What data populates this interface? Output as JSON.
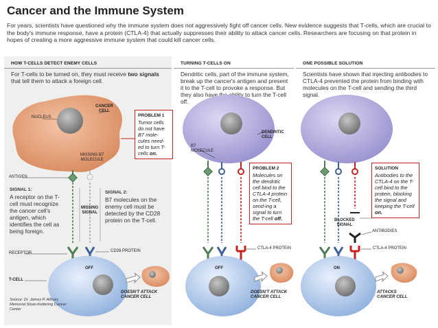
{
  "title": "Cancer and the Immune System",
  "intro": "For years, scientists have questioned why the immune system does not aggressively fight off cancer cells. New evidence suggests that T-cells, which are crucial to the body's immune response, have a protein (CTLA-4) that actually suppresses their ability to attack cancer cells. Researchers are focusing on that protein in hopes of creating a more aggressive immune system that could kill cancer cells.",
  "panel1": {
    "heading": "HOW T-CELLS DETECT ENEMY CELLS",
    "text_start": "For T-cells to be turned on, they must receive ",
    "text_bold": "two signals",
    "text_end": " that tell them to attack a foreign cell.",
    "labels": {
      "nucleus": "NUCLEUS",
      "cancer_cell_1": "CANCER",
      "cancer_cell_2": "CELL",
      "missing_b7_1": "MISSING B7",
      "missing_b7_2": "MOLECULE",
      "antigen": "ANTIGEN",
      "missing_signal_1": "MISSING",
      "missing_signal_2": "SIGNAL",
      "receptor": "RECEPTOR",
      "cd28": "CD28 PROTEIN",
      "tcell": "T-CELL",
      "off": "OFF"
    },
    "problem": {
      "heading": "PROBLEM 1",
      "body": "Tumor cells do not have B7 mole-cules need-ed to turn T-cells ",
      "bold": "on."
    },
    "signal1": {
      "heading": "SIGNAL 1:",
      "body": "A receptor on the T-cell must recognize the cancer cell's antigen, which identifies the cell as being foreign."
    },
    "signal2": {
      "heading": "SIGNAL 2:",
      "body": "B7 molecules on the enemy cell must be detected by the CD28 protein on the T-cell."
    },
    "result_1": "DOESN'T ATTACK",
    "result_2": "CANCER CELL",
    "source": "Source: Dr. James P. Allison, Memorial Sloan-Kettering Cancer Center"
  },
  "panel2": {
    "heading": "TURNING T-CELLS ON",
    "text": "Dendritic cells, part of the immune system, break up the cancer's antigen and present it to the T-cell to provoke a response. But they also have the ability to turn the T-cell off.",
    "labels": {
      "dendritic_1": "DENDRITIC",
      "dendritic_2": "CELL",
      "b7_1": "B7",
      "b7_2": "MOLECULE",
      "ctla4": "CTLA-4 PROTEIN",
      "off": "OFF"
    },
    "problem": {
      "heading": "PROBLEM 2",
      "body": "Molecules on the dendritic cell bind to the CTLA-4 protein on the T-cell, send-ing a signal to turn the T-cell ",
      "bold": "off."
    },
    "result_1": "DOESN'T ATTACK",
    "result_2": "CANCER CELL"
  },
  "panel3": {
    "heading": "ONE POSSIBLE SOLUTION",
    "text": "Scientists have shown that injecting antibodies to CTLA-4 prevented the protein from binding with molecules on the T-cell and sending the third signal.",
    "labels": {
      "blocked_1": "BLOCKED",
      "blocked_2": "SIGNAL",
      "antibodies": "ANTIBODIES",
      "ctla4": "CTLA-4 PROTEIN",
      "on": "ON"
    },
    "solution": {
      "heading": "SOLUTION",
      "body": "Antibodies to the CTLA-4 on the T-cell bind to the protein, blocking the signal and keeping the T-cell ",
      "bold": "on."
    },
    "result_1": "ATTACKS",
    "result_2": "CANCER CELL"
  },
  "colors": {
    "cancer_cell": "#e8a27c",
    "tcell": "#b7cdec",
    "dendritic": "#b8b3df",
    "accent_red": "#c3221e",
    "green": "#4e7d55",
    "blue": "#3f5f97"
  }
}
